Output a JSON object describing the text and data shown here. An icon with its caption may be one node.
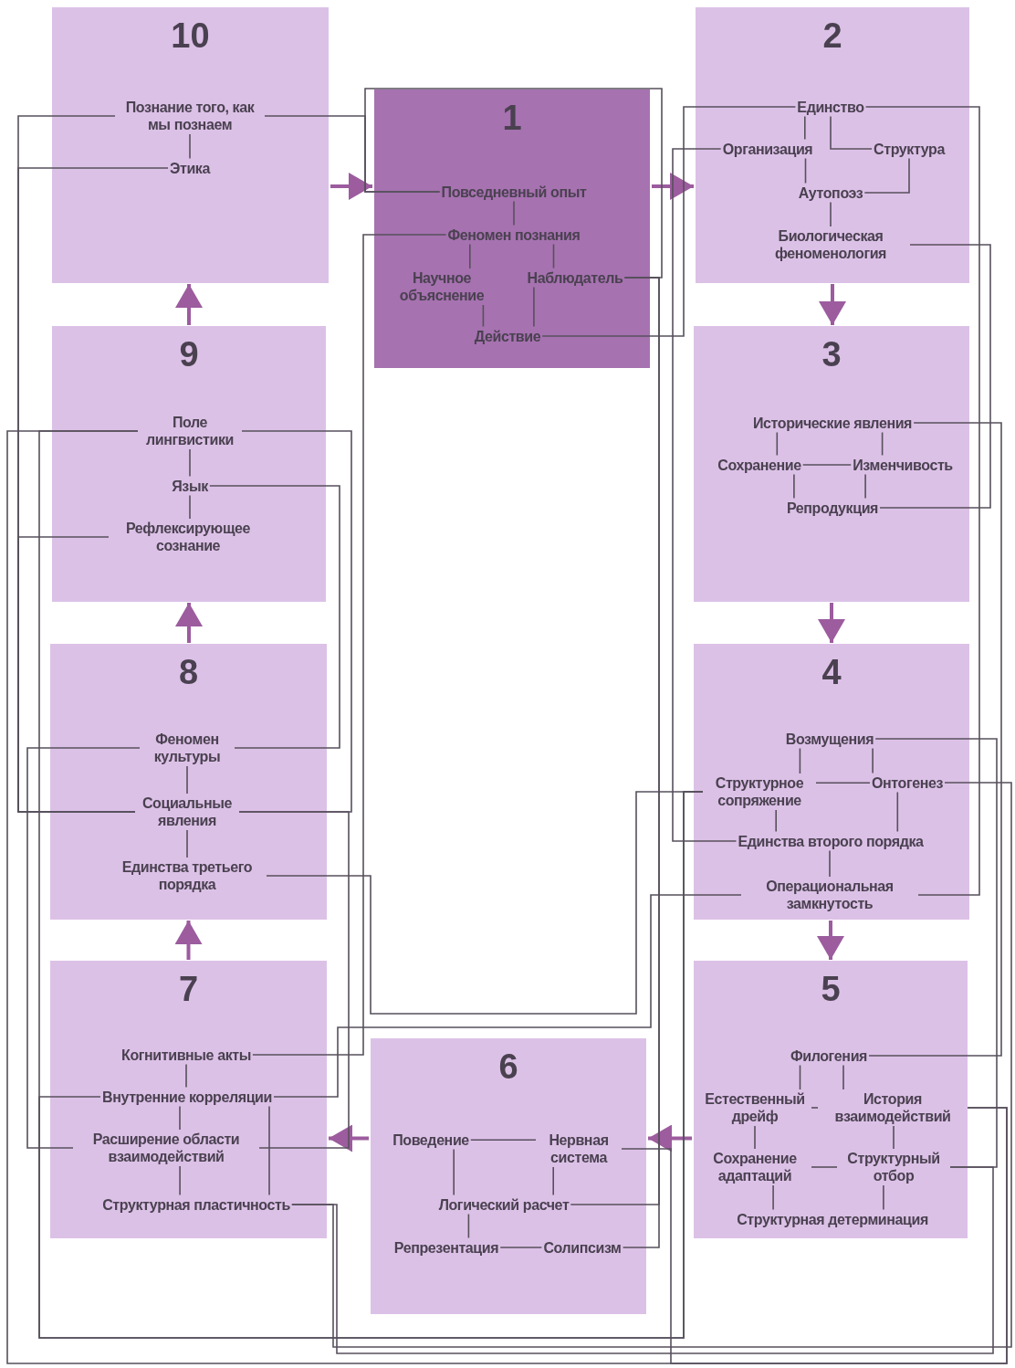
{
  "diagram": {
    "nodes": [
      {
        "text": [
          "1"
        ]
      },
      {
        "text": [
          "Повседневный опыт"
        ],
        "in": 0
      },
      {
        "text": [
          "Феномен познания"
        ],
        "in": 0
      },
      {
        "text": [
          "Научное объяснение"
        ],
        "in": 0
      },
      {
        "text": [
          "Наблюдатель"
        ],
        "in": 0
      },
      {
        "text": [
          "Действие"
        ],
        "in": 0
      },
      {
        "text": [
          "2"
        ]
      },
      {
        "text": [
          "Единство"
        ],
        "in": 6
      },
      {
        "text": [
          "Организация"
        ],
        "in": 6
      },
      {
        "text": [
          "Структура"
        ],
        "in": 6
      },
      {
        "text": [
          "Аутопоэз"
        ],
        "in": 6
      },
      {
        "text": [
          "Биологическая феноменология"
        ],
        "in": 6
      },
      {
        "text": [
          "3"
        ]
      },
      {
        "text": [
          "Исторические явления"
        ],
        "in": 12
      },
      {
        "text": [
          "Сохранение"
        ],
        "in": 12
      },
      {
        "text": [
          "Изменчивость"
        ],
        "in": 12
      },
      {
        "text": [
          "Репродукция"
        ],
        "in": 12
      },
      {
        "text": [
          "4"
        ]
      },
      {
        "text": [
          "Возмущения"
        ],
        "in": 17
      },
      {
        "text": [
          "Структурное сопряжение"
        ],
        "in": 17
      },
      {
        "text": [
          "Онтогенез"
        ],
        "in": 17
      },
      {
        "text": [
          "Единства второго порядка"
        ],
        "in": 17
      },
      {
        "text": [
          "Операциональная замкнутость"
        ],
        "in": 17
      },
      {
        "text": [
          "5"
        ]
      },
      {
        "text": [
          "Филогения"
        ],
        "in": 23
      },
      {
        "text": [
          "Естественный дрейф"
        ],
        "in": 23
      },
      {
        "text": [
          "История взаимодействий"
        ],
        "in": 23
      },
      {
        "text": [
          "Сохранение адаптаций"
        ],
        "in": 23
      },
      {
        "text": [
          "Структурный отбор"
        ],
        "in": 23
      },
      {
        "text": [
          "Структурная детерминация"
        ],
        "in": 23
      },
      {
        "text": [
          "6"
        ]
      },
      {
        "text": [
          "Поведение"
        ],
        "in": 30
      },
      {
        "text": [
          "Нервная система"
        ],
        "in": 30
      },
      {
        "text": [
          "Логический расчет"
        ],
        "in": 30
      },
      {
        "text": [
          "Репрезентация"
        ],
        "in": 30
      },
      {
        "text": [
          "Солипсизм"
        ],
        "in": 30
      },
      {
        "text": [
          "7"
        ]
      },
      {
        "text": [
          "Когнитивные акты"
        ],
        "in": 36
      },
      {
        "text": [
          "Внутренние корреляции"
        ],
        "in": 36
      },
      {
        "text": [
          "Расширение области взаимодействий"
        ],
        "in": 36
      },
      {
        "text": [
          "Структурная пластичность"
        ],
        "in": 36
      },
      {
        "text": [
          "8"
        ]
      },
      {
        "text": [
          "Феномен культуры"
        ],
        "in": 41
      },
      {
        "text": [
          "Социальные явления"
        ],
        "in": 41
      },
      {
        "text": [
          "Единства третьего порядка"
        ],
        "in": 41
      },
      {
        "text": [
          "9"
        ]
      },
      {
        "text": [
          "Поле лингвистики"
        ],
        "in": 45
      },
      {
        "text": [
          "Язык"
        ],
        "in": 45
      },
      {
        "text": [
          "Рефлексирующее сознание"
        ],
        "in": 45
      },
      {
        "text": [
          "10"
        ]
      },
      {
        "text": [
          "Познание того, как мы познаем"
        ],
        "in": 49
      },
      {
        "text": [
          "Этика"
        ],
        "in": 49
      }
    ],
    "edges": [
      {
        "from": 0,
        "to": 6,
        "arrow": "to",
        "style": "thick",
        "color": "#9c5c9e"
      },
      {
        "from": 6,
        "to": 12,
        "arrow": "to",
        "style": "thick",
        "color": "#9c5c9e"
      },
      {
        "from": 12,
        "to": 17,
        "arrow": "to",
        "style": "thick",
        "color": "#9c5c9e"
      },
      {
        "from": 17,
        "to": 23,
        "arrow": "to",
        "style": "thick",
        "color": "#9c5c9e"
      },
      {
        "from": 23,
        "to": 30,
        "arrow": "to",
        "style": "thick",
        "color": "#9c5c9e"
      },
      {
        "from": 30,
        "to": 36,
        "arrow": "to",
        "style": "thick",
        "color": "#9c5c9e"
      },
      {
        "from": 36,
        "to": 41,
        "arrow": "to",
        "style": "thick",
        "color": "#9c5c9e"
      },
      {
        "from": 41,
        "to": 45,
        "arrow": "to",
        "style": "thick",
        "color": "#9c5c9e"
      },
      {
        "from": 45,
        "to": 49,
        "arrow": "to",
        "style": "thick",
        "color": "#9c5c9e"
      },
      {
        "from": 49,
        "to": 0,
        "arrow": "to",
        "style": "thick",
        "color": "#9c5c9e"
      },
      {
        "from": 1,
        "to": 2,
        "arrow": "none"
      },
      {
        "from": 2,
        "to": 3,
        "arrow": "none"
      },
      {
        "from": 2,
        "to": 4,
        "arrow": "none"
      },
      {
        "from": 3,
        "to": 5,
        "arrow": "none"
      },
      {
        "from": 4,
        "to": 5,
        "arrow": "none"
      },
      {
        "from": 7,
        "to": 8,
        "arrow": "none"
      },
      {
        "from": 7,
        "to": 9,
        "arrow": "none"
      },
      {
        "from": 8,
        "to": 10,
        "arrow": "none"
      },
      {
        "from": 9,
        "to": 10,
        "arrow": "none"
      },
      {
        "from": 10,
        "to": 11,
        "arrow": "none"
      },
      {
        "from": 13,
        "to": 14,
        "arrow": "none"
      },
      {
        "from": 13,
        "to": 15,
        "arrow": "none"
      },
      {
        "from": 14,
        "to": 15,
        "arrow": "none"
      },
      {
        "from": 14,
        "to": 16,
        "arrow": "none"
      },
      {
        "from": 15,
        "to": 16,
        "arrow": "none"
      },
      {
        "from": 18,
        "to": 19,
        "arrow": "none"
      },
      {
        "from": 18,
        "to": 20,
        "arrow": "none"
      },
      {
        "from": 19,
        "to": 20,
        "arrow": "none"
      },
      {
        "from": 19,
        "to": 21,
        "arrow": "none"
      },
      {
        "from": 20,
        "to": 21,
        "arrow": "none"
      },
      {
        "from": 21,
        "to": 22,
        "arrow": "none"
      },
      {
        "from": 24,
        "to": 25,
        "arrow": "none"
      },
      {
        "from": 24,
        "to": 26,
        "arrow": "none"
      },
      {
        "from": 25,
        "to": 26,
        "arrow": "none"
      },
      {
        "from": 25,
        "to": 27,
        "arrow": "none"
      },
      {
        "from": 26,
        "to": 28,
        "arrow": "none"
      },
      {
        "from": 27,
        "to": 28,
        "arrow": "none"
      },
      {
        "from": 27,
        "to": 29,
        "arrow": "none"
      },
      {
        "from": 28,
        "to": 29,
        "arrow": "none"
      },
      {
        "from": 31,
        "to": 32,
        "arrow": "none"
      },
      {
        "from": 31,
        "to": 33,
        "arrow": "none"
      },
      {
        "from": 32,
        "to": 33,
        "arrow": "none"
      },
      {
        "from": 33,
        "to": 34,
        "arrow": "none"
      },
      {
        "from": 34,
        "to": 35,
        "arrow": "none"
      },
      {
        "from": 37,
        "to": 38,
        "arrow": "none"
      },
      {
        "from": 38,
        "to": 39,
        "arrow": "none"
      },
      {
        "from": 38,
        "to": 40,
        "arrow": "none"
      },
      {
        "from": 39,
        "to": 40,
        "arrow": "none"
      },
      {
        "from": 42,
        "to": 43,
        "arrow": "none"
      },
      {
        "from": 43,
        "to": 44,
        "arrow": "none"
      },
      {
        "from": 46,
        "to": 47,
        "arrow": "none"
      },
      {
        "from": 47,
        "to": 48,
        "arrow": "none"
      },
      {
        "from": 50,
        "to": 51,
        "arrow": "none"
      },
      {
        "from": 50,
        "to": 1,
        "arrow": "none"
      },
      {
        "from": 4,
        "to": 1,
        "arrow": "none"
      },
      {
        "from": 4,
        "to": 33,
        "arrow": "none"
      },
      {
        "from": 4,
        "to": 35,
        "arrow": "none"
      },
      {
        "from": 2,
        "to": 37,
        "arrow": "none"
      },
      {
        "from": 5,
        "to": 7,
        "arrow": "none"
      },
      {
        "from": 8,
        "to": 21,
        "arrow": "none"
      },
      {
        "from": 7,
        "to": 22,
        "arrow": "none"
      },
      {
        "from": 11,
        "to": 16,
        "arrow": "none"
      },
      {
        "from": 13,
        "to": 24,
        "arrow": "none"
      },
      {
        "from": 18,
        "to": 28,
        "arrow": "none"
      },
      {
        "from": 20,
        "to": 40,
        "arrow": "none"
      },
      {
        "from": 28,
        "to": 40,
        "arrow": "none"
      },
      {
        "from": 26,
        "to": 32,
        "arrow": "none"
      },
      {
        "from": 22,
        "to": 38,
        "arrow": "none"
      },
      {
        "from": 44,
        "to": 19,
        "arrow": "none"
      },
      {
        "from": 46,
        "to": 19,
        "arrow": "none"
      },
      {
        "from": 38,
        "to": 19,
        "arrow": "none"
      },
      {
        "from": 46,
        "to": 26,
        "arrow": "none"
      },
      {
        "from": 46,
        "to": 43,
        "arrow": "none"
      },
      {
        "from": 43,
        "to": 39,
        "arrow": "none"
      },
      {
        "from": 47,
        "to": 42,
        "arrow": "none"
      },
      {
        "from": 42,
        "to": 39,
        "arrow": "none"
      },
      {
        "from": 50,
        "to": 43,
        "arrow": "none"
      },
      {
        "from": 51,
        "to": 43,
        "arrow": "none"
      },
      {
        "from": 48,
        "to": 43,
        "arrow": "none"
      }
    ]
  }
}
